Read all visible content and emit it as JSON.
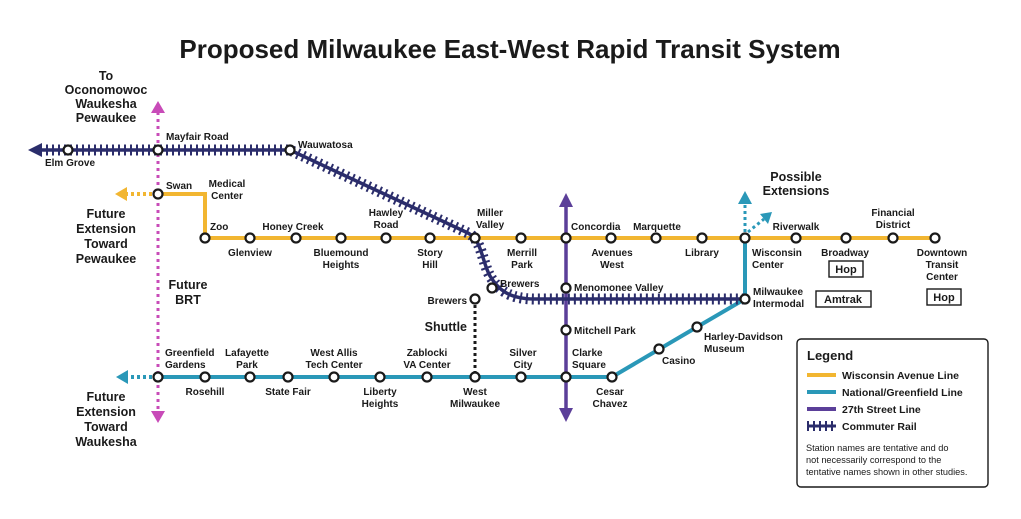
{
  "title": "Proposed Milwaukee East-West Rapid Transit System",
  "colors": {
    "wisconsin_avenue": "#f2b631",
    "national_greenfield": "#2a98b8",
    "street_27th": "#5b3f99",
    "commuter_rail": "#2b2d6b",
    "future_brt": "#c84bb8",
    "shuttle": "#1a1a1a",
    "possible_extension": "#2a98b8"
  },
  "destinations": {
    "to_line1": "To",
    "to_line2": "Oconomowoc",
    "to_line3": "Waukesha",
    "to_line4": "Pewaukee",
    "pewaukee_line1": "Future",
    "pewaukee_line2": "Extension",
    "pewaukee_line3": "Toward",
    "pewaukee_line4": "Pewaukee",
    "waukesha_line1": "Future",
    "waukesha_line2": "Extension",
    "waukesha_line3": "Toward",
    "waukesha_line4": "Waukesha",
    "future_brt_line1": "Future",
    "future_brt_line2": "BRT",
    "shuttle": "Shuttle",
    "possible_line1": "Possible",
    "possible_line2": "Extensions"
  },
  "stations": {
    "elm_grove": "Elm Grove",
    "mayfair_road": "Mayfair Road",
    "wauwatosa": "Wauwatosa",
    "swan": "Swan",
    "medical_center_1": "Medical",
    "medical_center_2": "Center",
    "zoo": "Zoo",
    "glenview": "Glenview",
    "honey_creek": "Honey Creek",
    "bluemound_1": "Bluemound",
    "bluemound_2": "Heights",
    "hawley_1": "Hawley",
    "hawley_2": "Road",
    "story_1": "Story",
    "story_2": "Hill",
    "miller_1": "Miller",
    "miller_2": "Valley",
    "merrill_1": "Merrill",
    "merrill_2": "Park",
    "concordia": "Concordia",
    "avenues_1": "Avenues",
    "avenues_2": "West",
    "marquette": "Marquette",
    "library": "Library",
    "wisconsin_center_1": "Wisconsin",
    "wisconsin_center_2": "Center",
    "riverwalk": "Riverwalk",
    "broadway": "Broadway",
    "financial_1": "Financial",
    "financial_2": "District",
    "downtown_1": "Downtown",
    "downtown_2": "Transit",
    "downtown_3": "Center",
    "brewers_shuttle": "Brewers",
    "brewers_rail": "Brewers",
    "menomonee_valley": "Menomonee Valley",
    "milwaukee_intermodal_1": "Milwaukee",
    "milwaukee_intermodal_2": "Intermodal",
    "mitchell_park": "Mitchell Park",
    "harley_1": "Harley-Davidson",
    "harley_2": "Museum",
    "casino": "Casino",
    "greenfield_1": "Greenfield",
    "greenfield_2": "Gardens",
    "rosehill": "Rosehill",
    "lafayette_1": "Lafayette",
    "lafayette_2": "Park",
    "state_fair": "State Fair",
    "west_allis_1": "West Allis",
    "west_allis_2": "Tech Center",
    "liberty_1": "Liberty",
    "liberty_2": "Heights",
    "zablocki_1": "Zablocki",
    "zablocki_2": "VA Center",
    "west_milwaukee_1": "West",
    "west_milwaukee_2": "Milwaukee",
    "silver_1": "Silver",
    "silver_2": "City",
    "clarke_1": "Clarke",
    "clarke_2": "Square",
    "cesar_1": "Cesar",
    "cesar_2": "Chavez"
  },
  "badges": {
    "hop_broadway": "Hop",
    "hop_downtown": "Hop",
    "amtrak": "Amtrak"
  },
  "legend": {
    "title": "Legend",
    "items": [
      {
        "label": "Wisconsin Avenue Line"
      },
      {
        "label": "National/Greenfield Line"
      },
      {
        "label": "27th Street Line"
      },
      {
        "label": "Commuter Rail"
      }
    ],
    "note_line1": "Station names are tentative and do",
    "note_line2": "not necessarily correspond to the",
    "note_line3": "tentative names shown in other studies."
  }
}
